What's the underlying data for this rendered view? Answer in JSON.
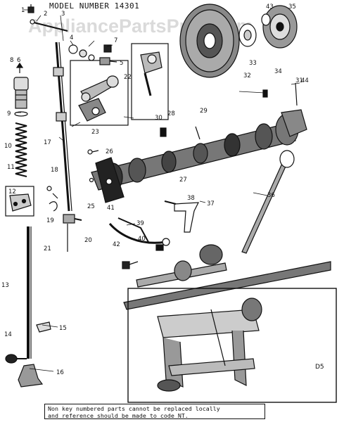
{
  "header": {
    "model_label": "MODEL NUMBER 14301",
    "watermark": "AppliancePartsPros.com"
  },
  "callouts": [
    "1",
    "2",
    "3",
    "4",
    "5",
    "6",
    "7",
    "8",
    "9",
    "10",
    "11",
    "12",
    "13",
    "14",
    "15",
    "16",
    "17",
    "18",
    "19",
    "20",
    "21",
    "22",
    "23",
    "25",
    "26",
    "27",
    "28",
    "29",
    "30",
    "31",
    "32",
    "33",
    "34",
    "35",
    "36",
    "37",
    "38",
    "39",
    "40",
    "41",
    "42",
    "43",
    "44"
  ],
  "inset": {
    "label": "D5"
  },
  "footer": {
    "note_line1": "Non key numbered parts cannot be replaced locally",
    "note_line2": "and reference should be made to code NT."
  }
}
